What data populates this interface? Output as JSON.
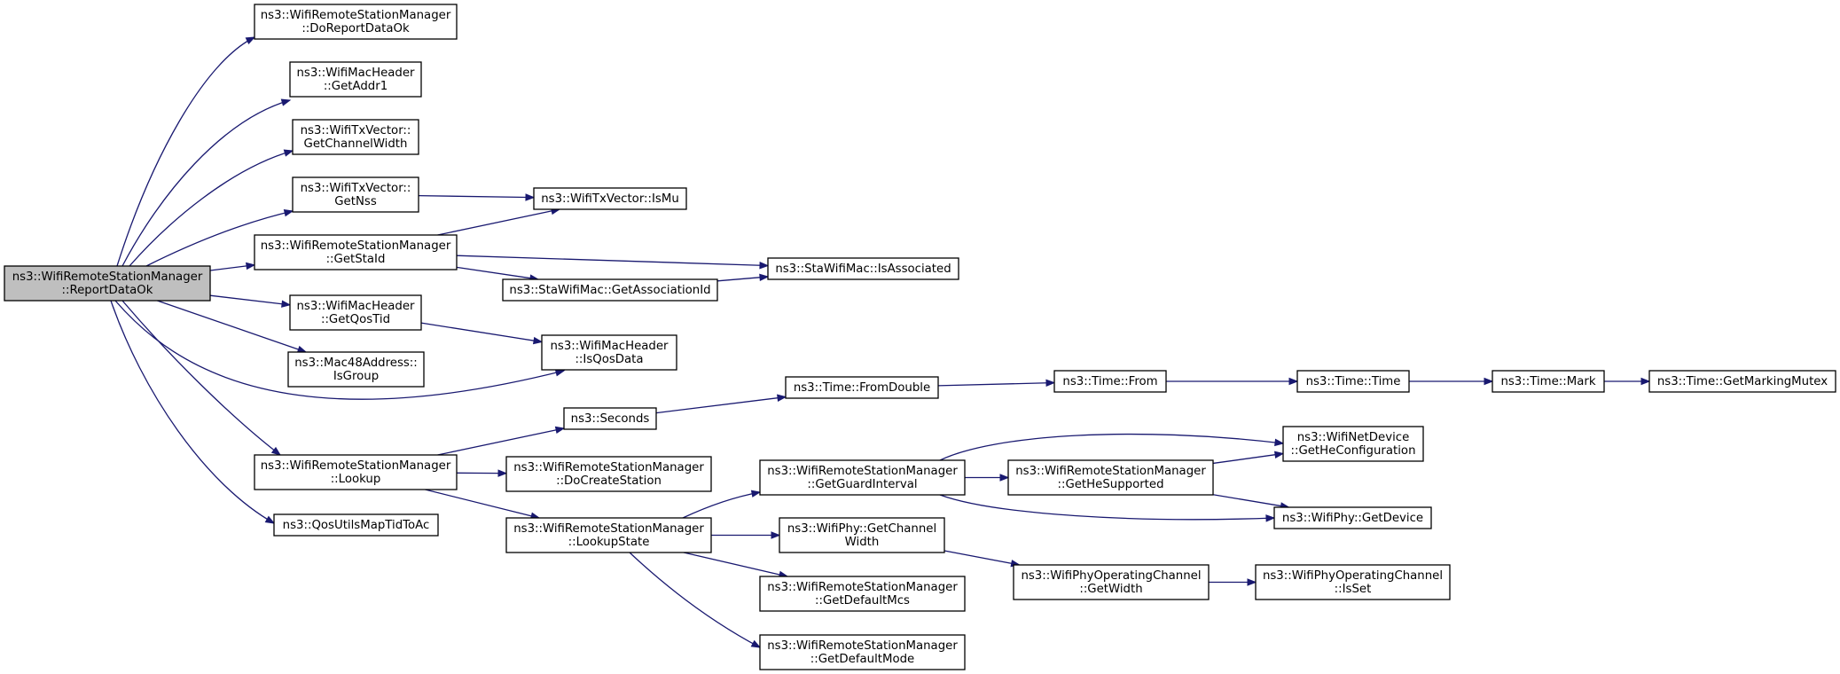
{
  "colors": {
    "edge": "#191970",
    "node_border": "#000000",
    "root_fill": "#bfbfbf",
    "node_fill": "#ffffff"
  },
  "nodes": {
    "root": [
      "ns3::WifiRemoteStationManager",
      "::ReportDataOk"
    ],
    "doReportDataOk": [
      "ns3::WifiRemoteStationManager",
      "::DoReportDataOk"
    ],
    "getAddr1": [
      "ns3::WifiMacHeader",
      "::GetAddr1"
    ],
    "getChannelWidth": [
      "ns3::WifiTxVector::",
      "GetChannelWidth"
    ],
    "getNss": [
      "ns3::WifiTxVector::",
      "GetNss"
    ],
    "getStaId": [
      "ns3::WifiRemoteStationManager",
      "::GetStaId"
    ],
    "getQosTid": [
      "ns3::WifiMacHeader",
      "::GetQosTid"
    ],
    "isGroup": [
      "ns3::Mac48Address::",
      "IsGroup"
    ],
    "lookup": [
      "ns3::WifiRemoteStationManager",
      "::Lookup"
    ],
    "qosUtilsMapTidToAc": [
      "ns3::QosUtilsMapTidToAc"
    ],
    "isMu": [
      "ns3::WifiTxVector::IsMu"
    ],
    "getAssociationId": [
      "ns3::StaWifiMac::GetAssociationId"
    ],
    "isAssociated": [
      "ns3::StaWifiMac::IsAssociated"
    ],
    "isQosData": [
      "ns3::WifiMacHeader",
      "::IsQosData"
    ],
    "seconds": [
      "ns3::Seconds"
    ],
    "fromDouble": [
      "ns3::Time::FromDouble"
    ],
    "from": [
      "ns3::Time::From"
    ],
    "time": [
      "ns3::Time::Time"
    ],
    "mark": [
      "ns3::Time::Mark"
    ],
    "getMarkingMutex": [
      "ns3::Time::GetMarkingMutex"
    ],
    "doCreateStation": [
      "ns3::WifiRemoteStationManager",
      "::DoCreateStation"
    ],
    "lookupState": [
      "ns3::WifiRemoteStationManager",
      "::LookupState"
    ],
    "getGuardInterval": [
      "ns3::WifiRemoteStationManager",
      "::GetGuardInterval"
    ],
    "getHeSupported": [
      "ns3::WifiRemoteStationManager",
      "::GetHeSupported"
    ],
    "getHeConfiguration": [
      "ns3::WifiNetDevice",
      "::GetHeConfiguration"
    ],
    "getDevice": [
      "ns3::WifiPhy::GetDevice"
    ],
    "phyGetChannelWidth": [
      "ns3::WifiPhy::GetChannel",
      "Width"
    ],
    "getWidth": [
      "ns3::WifiPhyOperatingChannel",
      "::GetWidth"
    ],
    "isSet": [
      "ns3::WifiPhyOperatingChannel",
      "::IsSet"
    ],
    "getDefaultMcs": [
      "ns3::WifiRemoteStationManager",
      "::GetDefaultMcs"
    ],
    "getDefaultMode": [
      "ns3::WifiRemoteStationManager",
      "::GetDefaultMode"
    ]
  },
  "edges": [
    [
      "root",
      "doReportDataOk"
    ],
    [
      "root",
      "getAddr1"
    ],
    [
      "root",
      "getChannelWidth"
    ],
    [
      "root",
      "getNss"
    ],
    [
      "root",
      "getStaId"
    ],
    [
      "root",
      "getQosTid"
    ],
    [
      "root",
      "isGroup"
    ],
    [
      "root",
      "isQosData"
    ],
    [
      "root",
      "lookup"
    ],
    [
      "root",
      "qosUtilsMapTidToAc"
    ],
    [
      "getNss",
      "isMu"
    ],
    [
      "getStaId",
      "isMu"
    ],
    [
      "getStaId",
      "isAssociated"
    ],
    [
      "getStaId",
      "getAssociationId"
    ],
    [
      "getAssociationId",
      "isAssociated"
    ],
    [
      "getQosTid",
      "isQosData"
    ],
    [
      "lookup",
      "seconds"
    ],
    [
      "lookup",
      "doCreateStation"
    ],
    [
      "lookup",
      "lookupState"
    ],
    [
      "seconds",
      "fromDouble"
    ],
    [
      "fromDouble",
      "from"
    ],
    [
      "from",
      "time"
    ],
    [
      "time",
      "mark"
    ],
    [
      "mark",
      "getMarkingMutex"
    ],
    [
      "lookupState",
      "getGuardInterval"
    ],
    [
      "lookupState",
      "phyGetChannelWidth"
    ],
    [
      "lookupState",
      "getDefaultMcs"
    ],
    [
      "lookupState",
      "getDefaultMode"
    ],
    [
      "getGuardInterval",
      "getHeConfiguration"
    ],
    [
      "getGuardInterval",
      "getHeSupported"
    ],
    [
      "getGuardInterval",
      "getDevice"
    ],
    [
      "getHeSupported",
      "getHeConfiguration"
    ],
    [
      "getHeSupported",
      "getDevice"
    ],
    [
      "phyGetChannelWidth",
      "getWidth"
    ],
    [
      "getWidth",
      "isSet"
    ]
  ]
}
